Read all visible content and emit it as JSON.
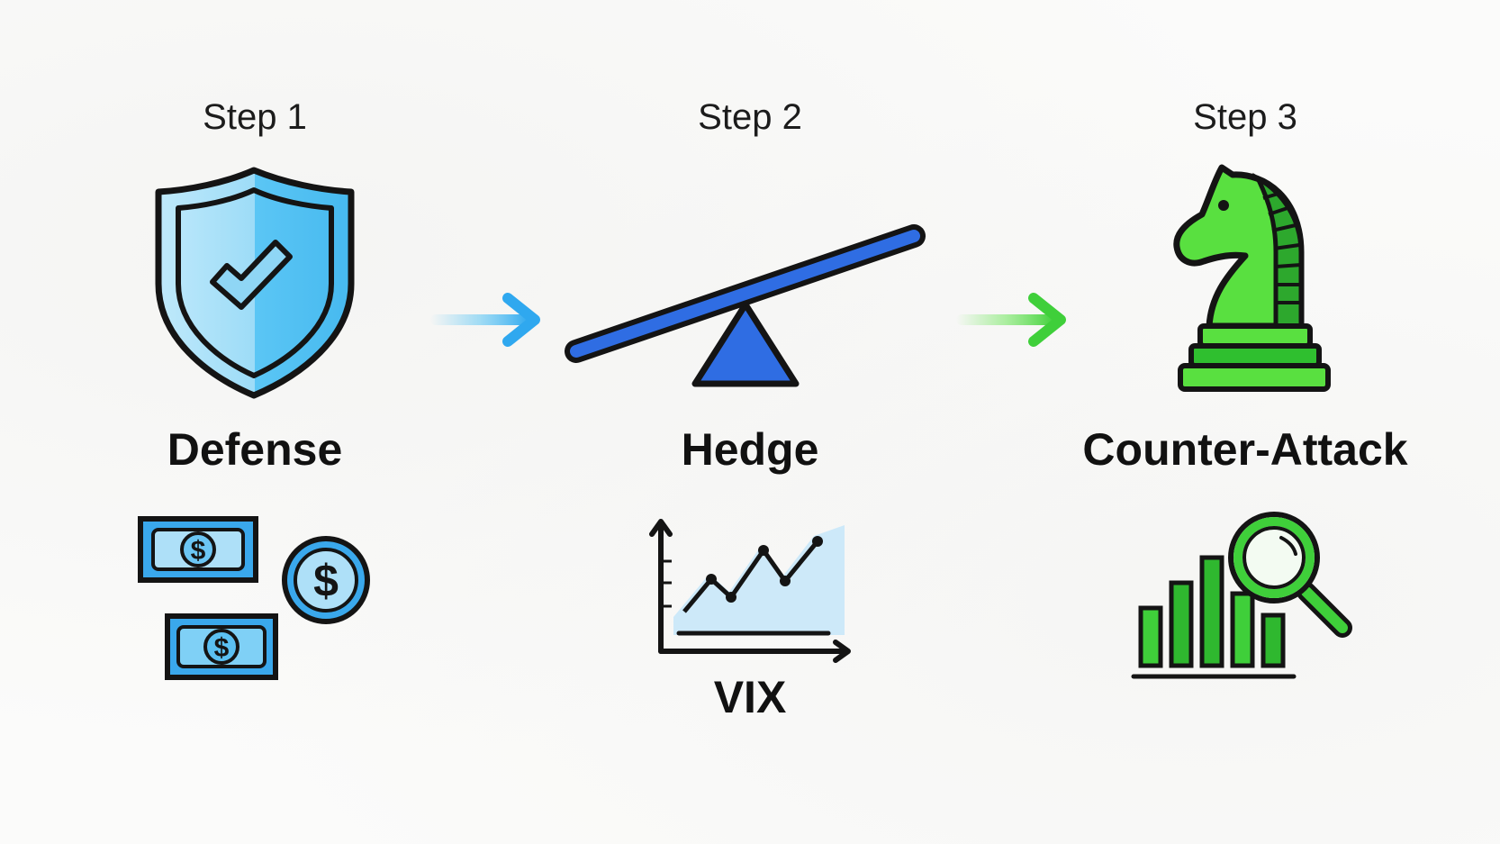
{
  "steps": [
    {
      "label": "Step 1",
      "title": "Defense",
      "icon": "shield-check-icon",
      "sub_icon": "cash-icon",
      "sub_label": ""
    },
    {
      "label": "Step 2",
      "title": "Hedge",
      "icon": "seesaw-icon",
      "sub_icon": "line-chart-icon",
      "sub_label": "VIX"
    },
    {
      "label": "Step 3",
      "title": "Counter-Attack",
      "icon": "chess-knight-icon",
      "sub_icon": "bar-chart-magnifier-icon",
      "sub_label": ""
    }
  ],
  "colors": {
    "blue_light": "#5bc6f5",
    "blue_dark": "#2f6de3",
    "green": "#3fcf3a",
    "green_dark": "#1e9a1e",
    "outline": "#141414"
  },
  "currency_symbol": "$"
}
